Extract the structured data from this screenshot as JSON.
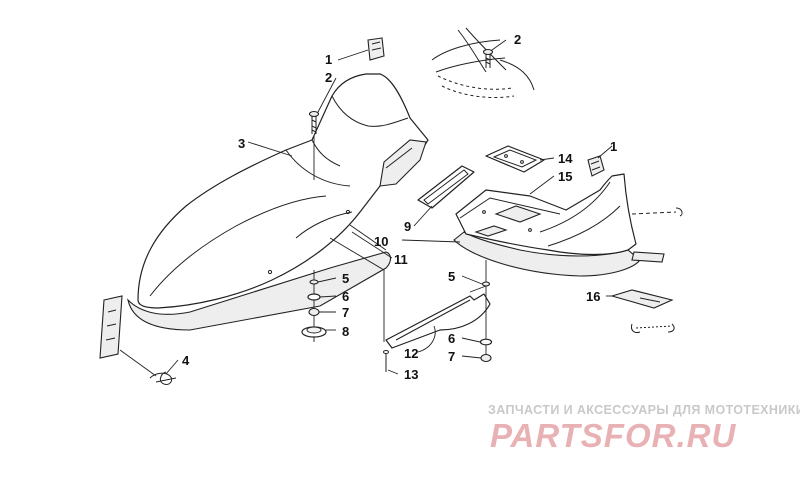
{
  "diagram": {
    "callouts": [
      "1",
      "2",
      "3",
      "2",
      "1",
      "14",
      "15",
      "9",
      "10",
      "11",
      "5",
      "6",
      "7",
      "8",
      "5",
      "16",
      "6",
      "7",
      "12",
      "4",
      "13"
    ]
  },
  "watermark": {
    "caption": "ЗАПЧАСТИ И АКСЕССУАРЫ ДЛЯ МОТОТЕХНИКИ",
    "logo_text": "PARTSFOR.RU",
    "logo_color": "#e8b2b5",
    "caption_color": "#c9c9c9"
  }
}
